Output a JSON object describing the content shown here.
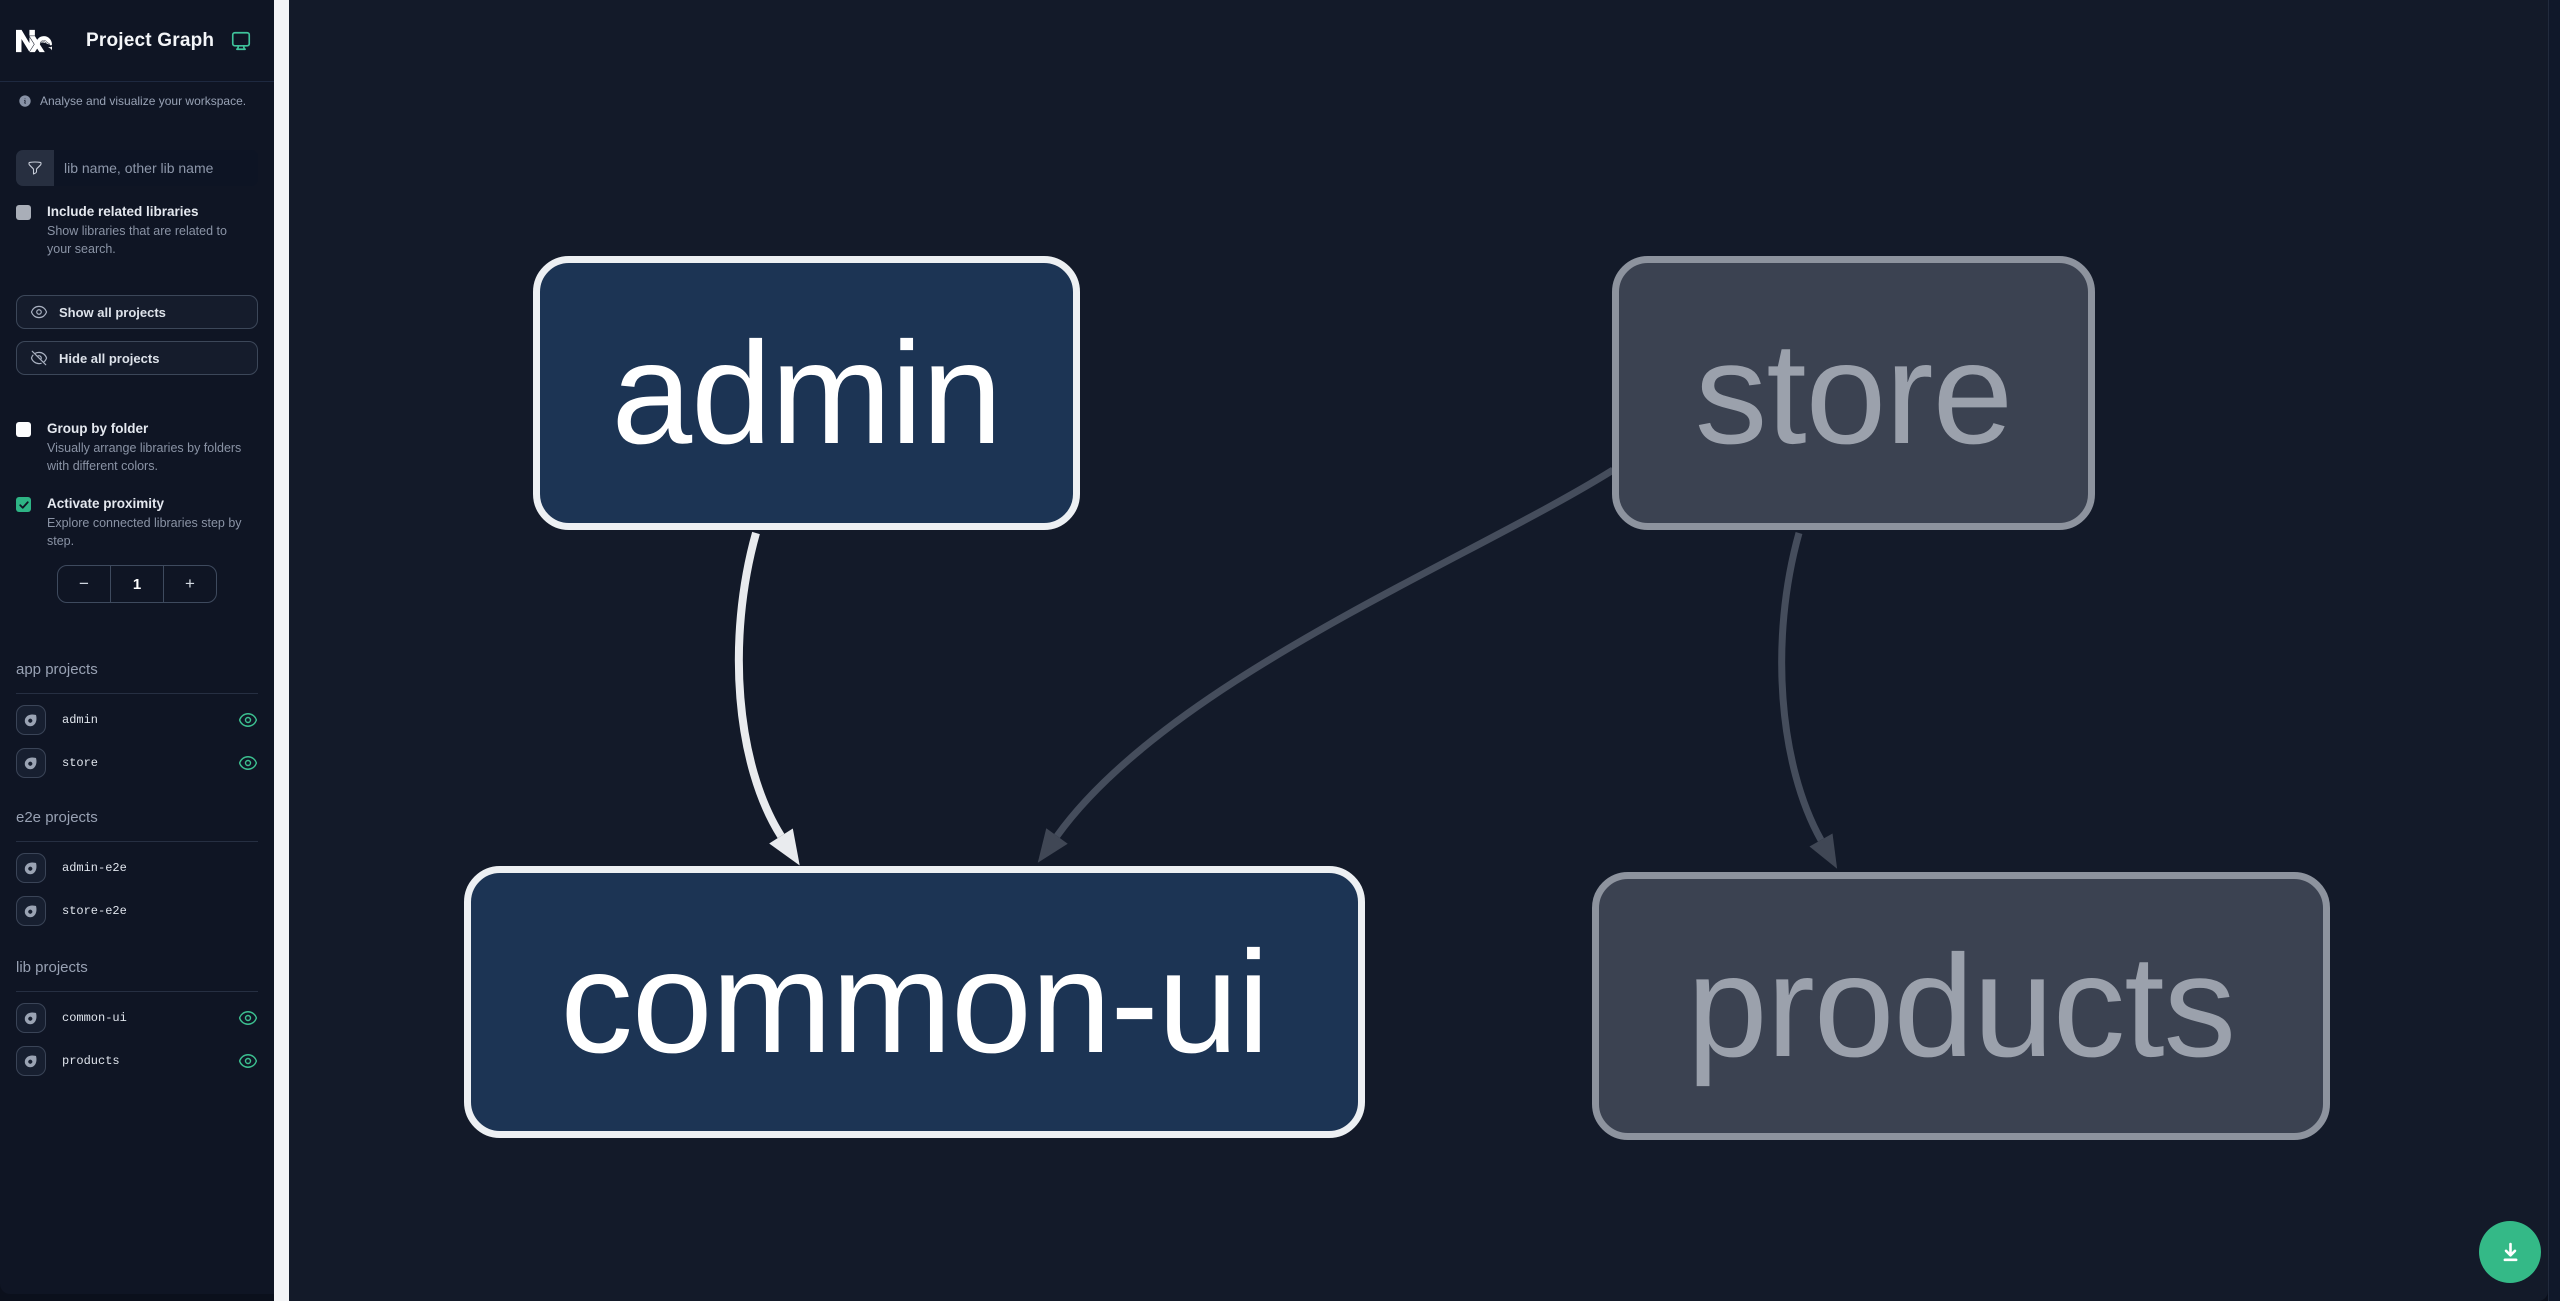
{
  "header": {
    "title": "Project Graph"
  },
  "sidebar": {
    "tagline": "Analyse and visualize your workspace.",
    "search": {
      "placeholder": "lib name, other lib name"
    },
    "options": [
      {
        "label": "Include related libraries",
        "description": "Show libraries that are related to your search.",
        "checked": false
      },
      {
        "label": "Group by folder",
        "description": "Visually arrange libraries by folders with different colors.",
        "checked": false
      },
      {
        "label": "Activate proximity",
        "description": "Explore connected libraries step by step.",
        "checked": true
      }
    ],
    "actions": {
      "show_all": "Show all projects",
      "hide_all": "Hide all projects"
    },
    "proximity": {
      "decrement": "−",
      "value": "1",
      "increment": "+"
    },
    "sections": [
      {
        "title": "app projects",
        "items": [
          {
            "name": "admin",
            "visible": true
          },
          {
            "name": "store",
            "visible": true
          }
        ]
      },
      {
        "title": "e2e projects",
        "items": [
          {
            "name": "admin-e2e",
            "visible": false
          },
          {
            "name": "store-e2e",
            "visible": false
          }
        ]
      },
      {
        "title": "lib projects",
        "items": [
          {
            "name": "common-ui",
            "visible": true
          },
          {
            "name": "products",
            "visible": true
          }
        ]
      }
    ]
  },
  "graph": {
    "nodes": [
      {
        "label": "admin",
        "state": "highlighted"
      },
      {
        "label": "store",
        "state": "dimmed"
      },
      {
        "label": "common-ui",
        "state": "highlighted"
      },
      {
        "label": "products",
        "state": "dimmed"
      }
    ],
    "edges": [
      {
        "from": "admin",
        "to": "common-ui",
        "state": "highlighted"
      },
      {
        "from": "store",
        "to": "common-ui",
        "state": "dimmed"
      },
      {
        "from": "store",
        "to": "products",
        "state": "dimmed"
      }
    ]
  },
  "colors": {
    "accent_green": "#3fc39b",
    "download_button": "#34b987",
    "node_active_fill": "#1c3454",
    "node_active_border": "#edf0f3",
    "node_dim_fill": "#3b4251",
    "node_dim_border": "#8d939e",
    "edge_active": "#e9ebee",
    "edge_dim": "#454d5c"
  }
}
